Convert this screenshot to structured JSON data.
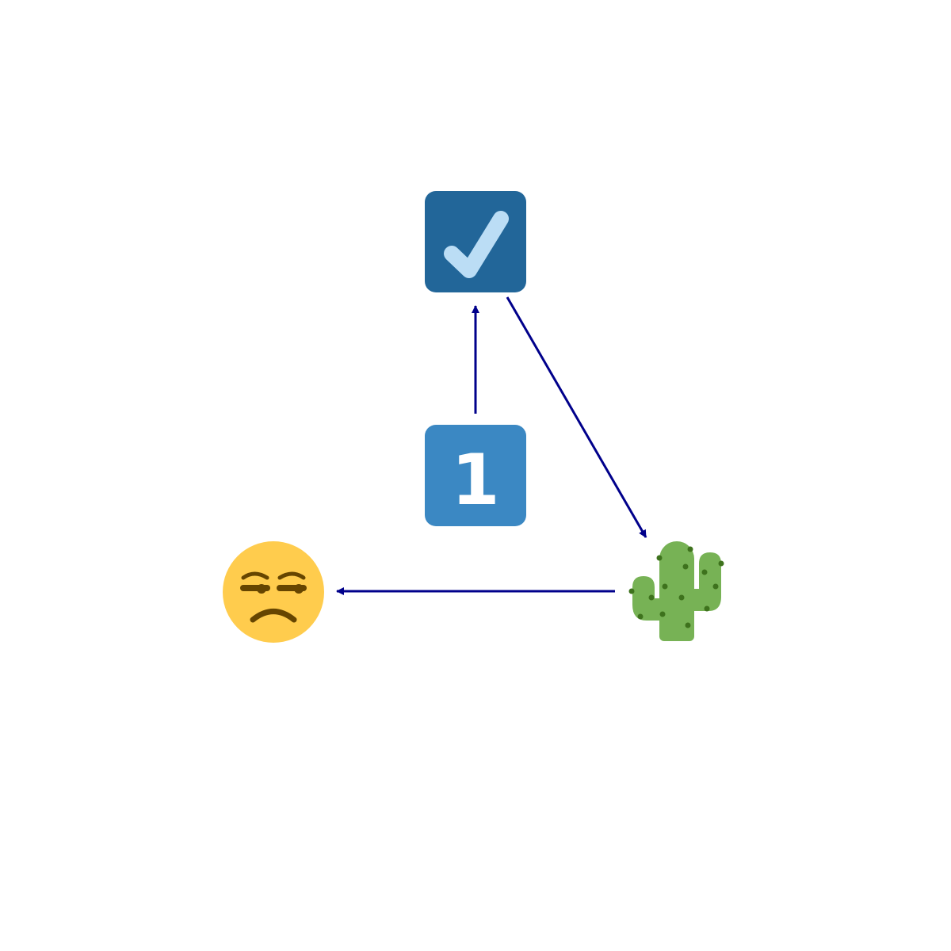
{
  "diagram": {
    "nodes": [
      {
        "id": "check",
        "icon": "check-mark-button-icon",
        "bg_color": "#226699",
        "mark_color": "#BBDDF5"
      },
      {
        "id": "one",
        "icon": "keycap-digit-one-icon",
        "text": "1",
        "bg_color": "#3B88C3",
        "text_color": "#FFFFFF"
      },
      {
        "id": "cactus",
        "icon": "cactus-icon",
        "body_color": "#77B255",
        "spine_color": "#3E721D"
      },
      {
        "id": "unamused",
        "icon": "unamused-face-icon",
        "face_color": "#FFCC4D",
        "feature_color": "#664500"
      }
    ],
    "edges": [
      {
        "from": "one",
        "to": "check"
      },
      {
        "from": "check",
        "to": "cactus"
      },
      {
        "from": "cactus",
        "to": "unamused"
      }
    ],
    "edge_color": "#00008B"
  }
}
